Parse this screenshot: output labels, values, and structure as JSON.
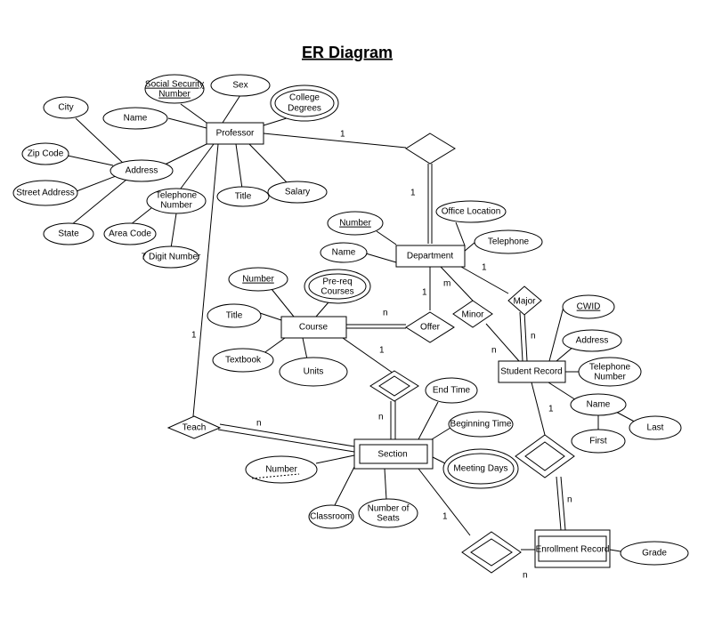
{
  "title": "ER Diagram",
  "entities": {
    "professor": "Professor",
    "department": "Department",
    "course": "Course",
    "student_record": "Student Record",
    "section": "Section",
    "enrollment_record": "Enrollment Record"
  },
  "relationships": {
    "teach": "Teach",
    "offer": "Offer",
    "minor": "Minor",
    "major": "Major"
  },
  "attributes": {
    "ssn": [
      "Social Security",
      "Number"
    ],
    "sex": "Sex",
    "college_degrees": [
      "College",
      "Degrees"
    ],
    "city": "City",
    "prof_name": "Name",
    "zip_code": "Zip Code",
    "address": "Address",
    "street_address": "Street Address",
    "state": "State",
    "telephone_number": [
      "Telephone",
      "Number"
    ],
    "area_code": "Area Code",
    "seven_digit_number": "7 Digit Number",
    "prof_title": "Title",
    "salary": "Salary",
    "dept_number": "Number",
    "office_location": "Office Location",
    "dept_name": "Name",
    "dept_telephone": "Telephone",
    "course_number": "Number",
    "prereq_courses": [
      "Pre-req",
      "Courses"
    ],
    "course_title": "Title",
    "textbook": "Textbook",
    "units": "Units",
    "cwid": "CWID",
    "student_address": "Address",
    "student_telephone": [
      "Telephone",
      "Number"
    ],
    "student_name": "Name",
    "first": "First",
    "last": "Last",
    "end_time": "End Time",
    "beginning_time": "Beginning Time",
    "meeting_days": "Meeting Days",
    "section_number": "Number",
    "classroom": "Classroom",
    "number_of_seats": [
      "Number of",
      "Seats"
    ],
    "grade": "Grade"
  },
  "cardinalities": {
    "prof_dept_prof": "1",
    "prof_dept_dept": "1",
    "dept_major": "1",
    "dept_minor": "m",
    "dept_offer": "1",
    "course_offer": "n",
    "major_student": "n",
    "minor_student": "n",
    "prof_teach": "1",
    "course_section": "1",
    "section_course_rel": "n",
    "teach_section": "n",
    "student_enroll": "1",
    "enroll_record_upper": "n",
    "section_enroll": "1",
    "enroll_record_lower": "n"
  }
}
